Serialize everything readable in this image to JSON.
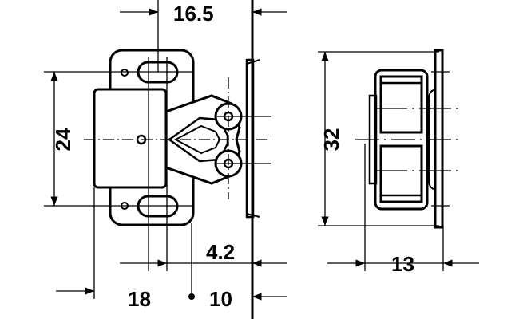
{
  "drawing": {
    "dimensions": {
      "top_width": "16.5",
      "height_left": "24",
      "offset": "4.2",
      "bottom_left": "18",
      "bottom_right": "10",
      "height_right": "32",
      "depth_right": "13"
    },
    "line_color": "#000000",
    "background": "#ffffff"
  }
}
